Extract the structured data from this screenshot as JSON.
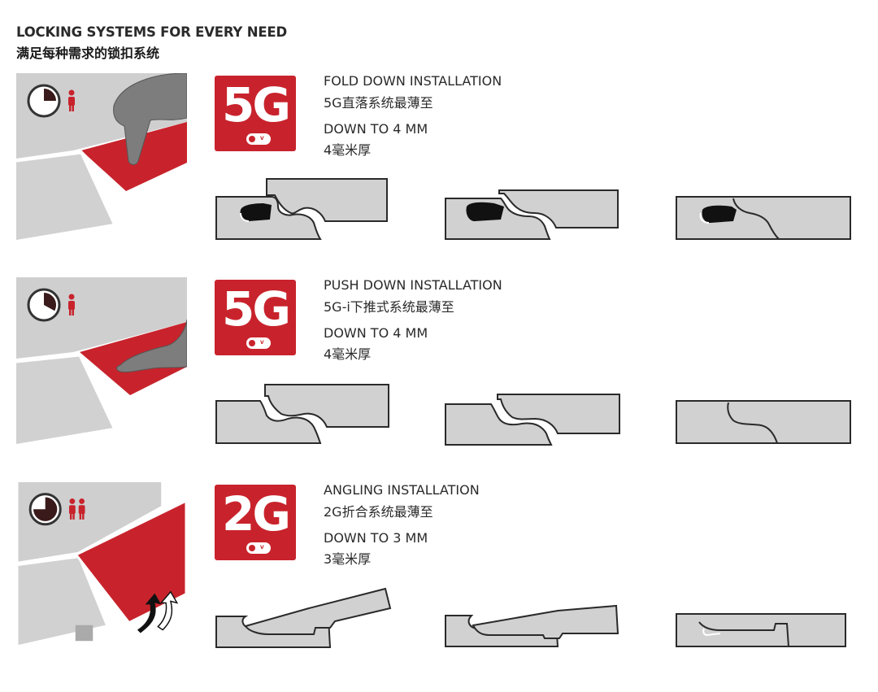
{
  "header": {
    "title_en": "LOCKING SYSTEMS FOR EVERY NEED",
    "title_zh": "满足每种需求的锁扣系统"
  },
  "colors": {
    "brand_red": "#c8232c",
    "board_gray": "#d1d1d1",
    "outline": "#2a2a2a"
  },
  "icons": [
    "clock-icon",
    "person-icon",
    "hand-icon",
    "arrow-icon"
  ],
  "systems": [
    {
      "code": "5G",
      "method": "FOLD DOWN INSTALLATION",
      "method_zh": "5G直落系统最薄至",
      "dimension": "DOWN TO 4 MM",
      "dimension_zh": "4毫米厚",
      "installers": 1,
      "time_fraction": 0.25
    },
    {
      "code": "5G",
      "method": "PUSH DOWN INSTALLATION",
      "method_zh": "5G-i下推式系统最薄至",
      "dimension": "DOWN TO 4 MM",
      "dimension_zh": "4毫米厚",
      "installers": 1,
      "time_fraction": 0.33
    },
    {
      "code": "2G",
      "method": "ANGLING INSTALLATION",
      "method_zh": "2G折合系统最薄至",
      "dimension": "DOWN TO 3 MM",
      "dimension_zh": "3毫米厚",
      "installers": 2,
      "time_fraction": 0.75
    }
  ]
}
